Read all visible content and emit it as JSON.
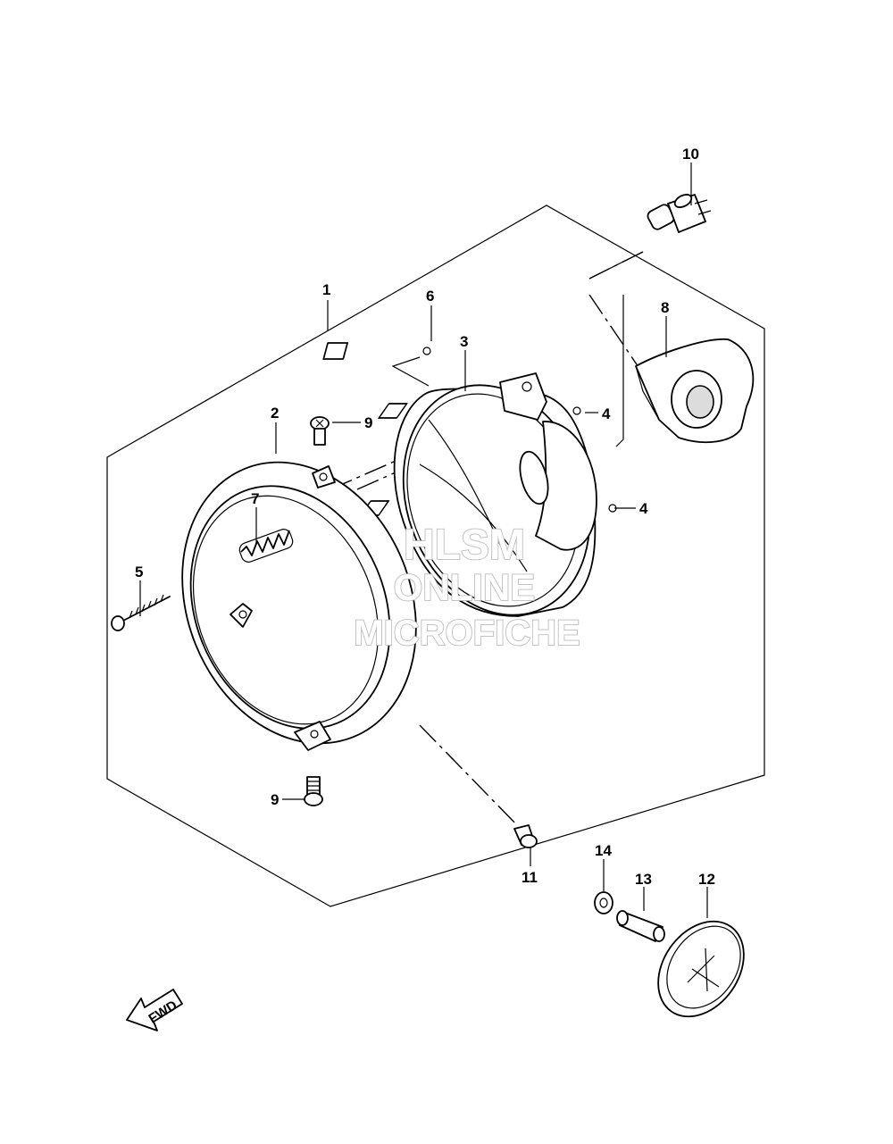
{
  "callouts": {
    "c1": "1",
    "c2": "2",
    "c3": "3",
    "c4a": "4",
    "c4b": "4",
    "c5": "5",
    "c6": "6",
    "c7": "7",
    "c8": "8",
    "c9a": "9",
    "c9b": "9",
    "c10": "10",
    "c11": "11",
    "c12": "12",
    "c13": "13",
    "c14": "14"
  },
  "watermark": {
    "line1": "HLSM",
    "line2": "ONLINE",
    "line3": "MICROFICHE"
  },
  "fwd_label": "FWD"
}
